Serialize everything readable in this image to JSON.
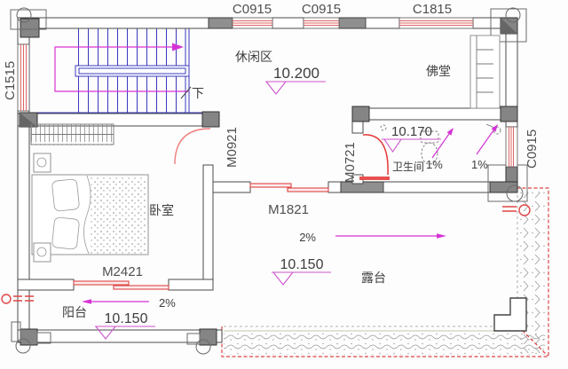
{
  "drawing": "second-floor-plan",
  "rooms": {
    "leisure": "休闲区",
    "buddhist_hall": "佛堂",
    "bathroom": "卫生间",
    "bedroom": "卧室",
    "balcony": "阳台",
    "terrace": "露台"
  },
  "windows": {
    "top_left": "C0915",
    "top_mid": "C0915",
    "top_right": "C1815",
    "left": "C1515",
    "right": "C0915"
  },
  "doors": {
    "bedroom": "M0921",
    "bathroom": "M0721",
    "terrace": "M1821",
    "balcony": "M2421"
  },
  "elevations": {
    "leisure": "10.200",
    "bathroom": "10.170",
    "balcony": "10.150",
    "terrace": "10.150"
  },
  "slopes": {
    "bathroom_1": "1%",
    "bathroom_2": "1%",
    "balcony": "2%",
    "terrace": "2%"
  },
  "stairs": {
    "direction_label": "下"
  },
  "colors": {
    "wall_stroke": "#4a4a4a",
    "column_fill": "#858585",
    "window_red": "#dd6666",
    "door_red": "#e53535",
    "stair_blue": "#3939bf",
    "annotation_magenta": "#d633d6",
    "elevation_magenta": "#cc55cc",
    "parapet_red": "#dd4444",
    "text": "#3d3d3d"
  }
}
